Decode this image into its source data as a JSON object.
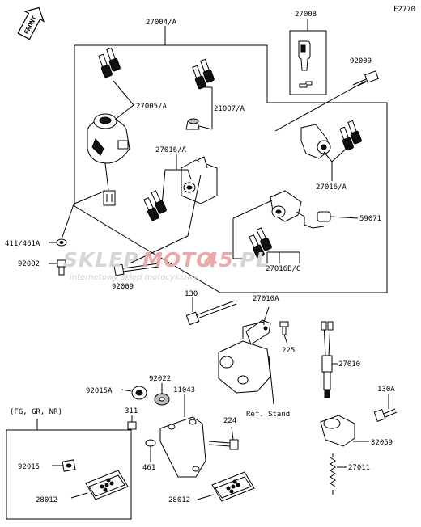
{
  "diagram_id": "F2770",
  "front_label": "FRONT",
  "watermark": {
    "brand_a": "SKLEP",
    "brand_b": "MOTO",
    "brand_c": "45",
    "brand_d": ".PL",
    "tagline": "internetowy sklep motocyklowy"
  },
  "labels": {
    "p27004": "27004/A",
    "p27008": "27008",
    "p92009_top": "92009",
    "p27005": "27005/A",
    "p21007": "21007/A",
    "p27016_mid": "27016/A",
    "p27016_right": "27016/A",
    "p59071": "59071",
    "p411": "411/461A",
    "p92002": "92002",
    "p92009_bot": "92009",
    "p27016bc": "27016B/C",
    "p130": "130",
    "p27010a": "27010A",
    "p225": "225",
    "p27010": "27010",
    "p92015a": "92015A",
    "p92022": "92022",
    "p11043": "11043",
    "p311": "311",
    "p224": "224",
    "p461": "461",
    "p_ref": "Ref. Stand",
    "p130a": "130A",
    "p32059": "32059",
    "p27011": "27011",
    "p92015": "92015",
    "p28012_left": "28012",
    "p28012_mid": "28012",
    "inset_title": "(FG, GR, NR)"
  }
}
